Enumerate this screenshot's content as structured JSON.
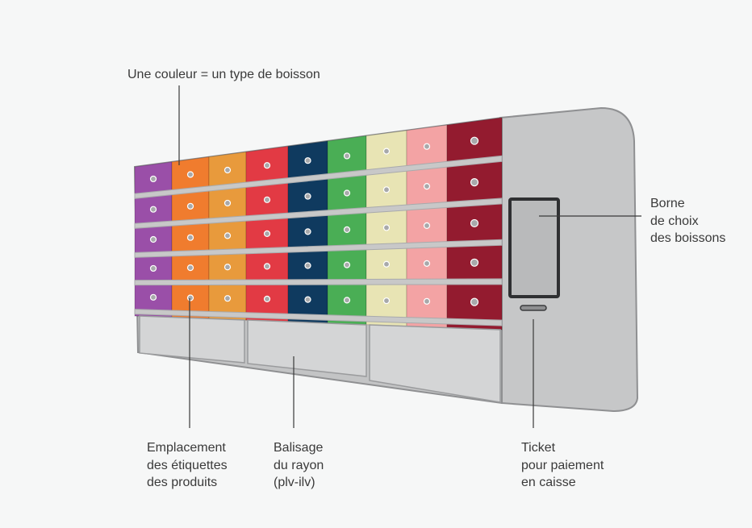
{
  "labels": {
    "colors": "Une couleur = un type de boisson",
    "kiosk": "Borne\nde choix\ndes boissons",
    "tags": "Emplacement\ndes étiquettes\ndes produits",
    "signage": "Balisage\ndu rayon\n(plv-ilv)",
    "ticket": "Ticket\npour paiement\nen caisse"
  },
  "colors": {
    "drink_types": [
      "#9a4fa8",
      "#f07c2e",
      "#e89a3c",
      "#e23a44",
      "#0f3a5f",
      "#4aae55",
      "#e8e4b4",
      "#f3a3a4",
      "#931b2f"
    ],
    "shelf": "#c8c8c8",
    "cabinet": "#c6c7c8",
    "outline": "#8f9092",
    "text": "#3a3a3a",
    "background": "#f6f7f7"
  }
}
